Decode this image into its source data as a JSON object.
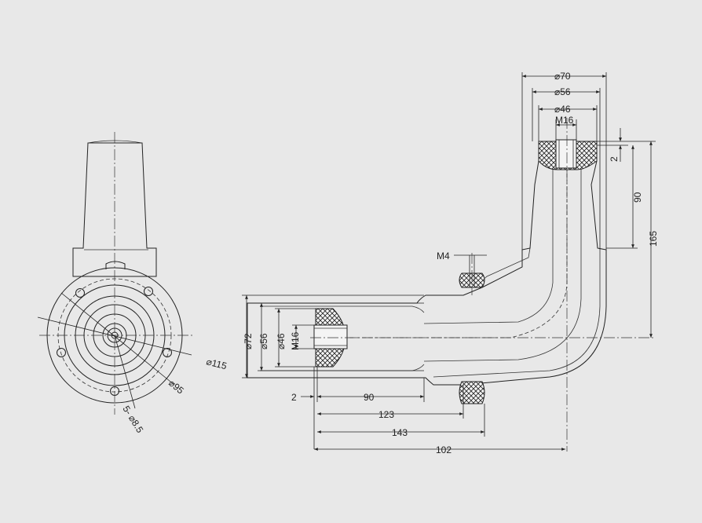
{
  "colors": {
    "background": "#e8e8e8",
    "line": "#222222"
  },
  "front_view": {
    "dims": {
      "outer_diameter": "⌀115",
      "bolt_circle": "⌀95",
      "holes": "5- ⌀8.5"
    }
  },
  "side_view": {
    "dims": {
      "d70": "⌀70",
      "d56_top": "⌀56",
      "d46_top": "⌀46",
      "m16_top": "M16",
      "two_top": "2",
      "ninety_vert": "90",
      "one65": "165",
      "m4": "M4",
      "d72": "⌀72",
      "d56_left": "⌀56",
      "d46_left": "⌀46",
      "m16_left": "M16",
      "two_left": "2",
      "ninety_horiz": "90",
      "one23": "123",
      "one43": "143",
      "one02": "102"
    }
  }
}
